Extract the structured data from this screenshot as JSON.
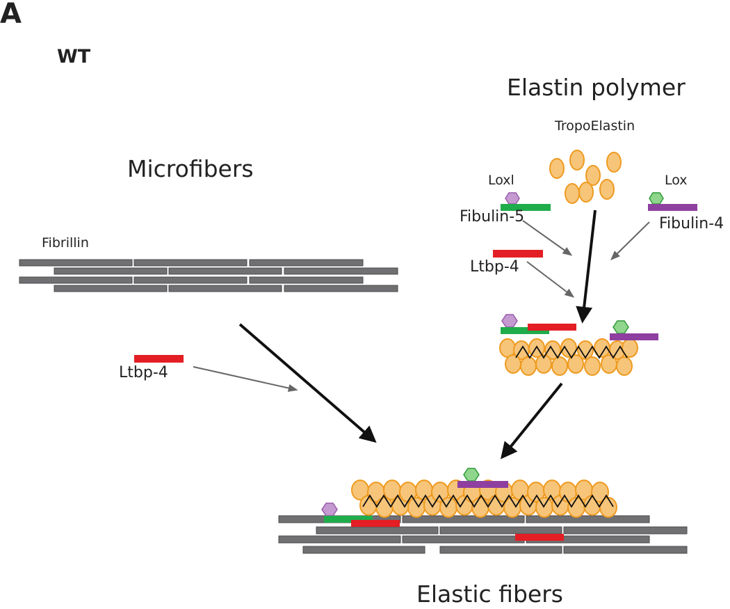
{
  "panel_label": "A",
  "condition_label": "WT",
  "sections": {
    "microfibers": "Microfibers",
    "elastin_polymer": "Elastin polymer",
    "elastic_fibers": "Elastic fibers"
  },
  "components": {
    "fibrillin": "Fibrillin",
    "tropoelastin": "TropoElastin",
    "loxl": "Loxl",
    "lox": "Lox",
    "fibulin5": "Fibulin-5",
    "fibulin4": "Fibulin-4",
    "ltbp4_elastin": "Ltbp-4",
    "ltbp4_microfiber": "Ltbp-4"
  },
  "colors": {
    "fibrillin_fill": "#707072",
    "fibrillin_stroke": "#4a4a4c",
    "ltbp4": "#e31e24",
    "fibulin5": "#1fac4a",
    "fibulin4": "#8e3fa0",
    "loxl": "#c49ad0",
    "lox": "#8fd58c",
    "tropoelastin_fill": "#f6c57a",
    "tropoelastin_stroke": "#ef9a1f",
    "arrow_major": "#111111",
    "arrow_minor": "#666666"
  }
}
